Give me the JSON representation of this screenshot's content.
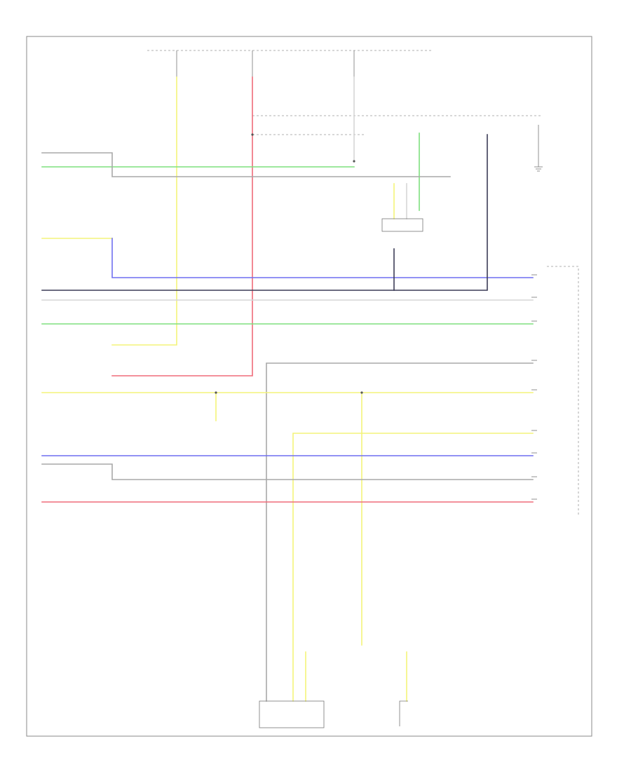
{
  "page": {
    "label": ""
  },
  "colors": {
    "yellow": "#f4f47a",
    "green": "#7fe07f",
    "red": "#ef6b7a",
    "blue": "#6f6ff0",
    "dark": "#3c3c56",
    "gray": "#a8a8a8",
    "light": "#d6d6d6"
  },
  "left_labels": [
    {
      "id": "wl-1",
      "text": ""
    },
    {
      "id": "wl-2",
      "text": ""
    },
    {
      "id": "wl-3",
      "text": ""
    },
    {
      "id": "wl-4",
      "text": ""
    },
    {
      "id": "wl-5",
      "text": ""
    },
    {
      "id": "wl-6",
      "text": ""
    },
    {
      "id": "wl-7",
      "text": ""
    },
    {
      "id": "wl-8",
      "text": ""
    },
    {
      "id": "wl-9",
      "text": ""
    },
    {
      "id": "wl-10",
      "text": ""
    },
    {
      "id": "wl-11",
      "text": ""
    },
    {
      "id": "wl-12",
      "text": ""
    }
  ],
  "components": {
    "fuse_box_label": "",
    "control_unit_label": "",
    "lower_left_module_label": "",
    "lower_right_module_label": "",
    "ground_label": ""
  },
  "connectors": [
    {
      "id": "fuse-1",
      "label": ""
    },
    {
      "id": "fuse-2",
      "label": ""
    },
    {
      "id": "fuse-3",
      "label": ""
    }
  ]
}
